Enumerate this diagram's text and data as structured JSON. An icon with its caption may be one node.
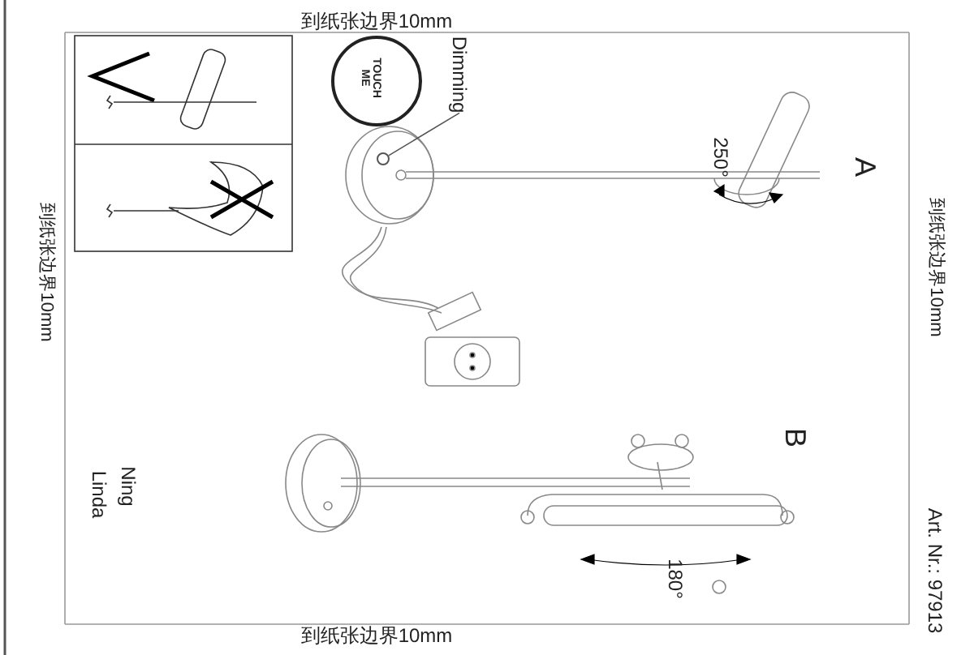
{
  "diagram": {
    "nodes": [
      {
        "text": [
          "TOUCH ME"
        ]
      },
      {
        "text": [
          "Dimming"
        ]
      },
      {
        "text": [],
        "shape": "circle"
      }
    ],
    "edges": [
      {
        "from": 1,
        "to": 2,
        "arrow": "none"
      }
    ],
    "labels": [
      "到纸张边界10mm",
      "到纸张边界10mm",
      "到纸张边界10mm",
      "250°",
      "A",
      "B",
      "180°",
      "Ning",
      "Linda",
      "Art. Nr.: 97913",
      "到纸张边界10mm"
    ]
  }
}
